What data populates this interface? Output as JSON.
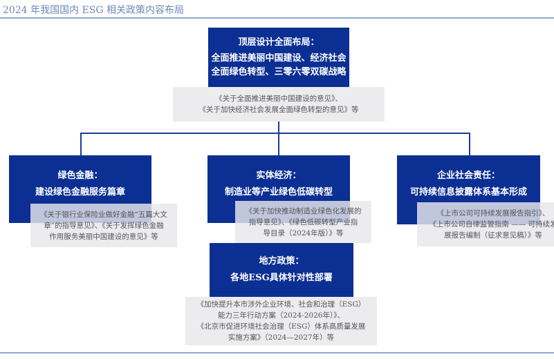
{
  "title": "2024 年我国国内 ESG 相关政策内容布局",
  "colors": {
    "box": "#0b2f93",
    "note_bg": "#e8e8eb",
    "title": "#6f86b8"
  },
  "top": {
    "heading": "顶层设计全面布局：",
    "lines": [
      "全面推进美丽中国建设、经济社会",
      "全面绿色转型、三零六零双碳战略"
    ],
    "note": [
      "《关于全面推进美丽中国建设的意见》、",
      "《关于加快经济社会发展全面绿色转型的意见》等"
    ]
  },
  "branches": [
    {
      "heading": "绿色金融：",
      "line": "建设绿色金融服务篇章",
      "note": [
        "《关于银行业保险业做好金融“五篇大文",
        "章”的指导意见》、《关于发挥绿色金融",
        "作用服务美丽中国建设的意见》等"
      ]
    },
    {
      "heading": "实体经济：",
      "line": "制造业等产业绿色低碳转型",
      "note": [
        "《关于加快推动制造业绿色化发展的",
        "指导意见》、《绿色低碳转型产业指",
        "导目录（2024年版）》等"
      ]
    },
    {
      "heading": "企业社会责任：",
      "line": "可持续信息披露体系基本形成",
      "note": [
        "《上市公司可持续发展报告指引》、",
        "《上市公司自律监管指南 —— 可持续发",
        "展报告编制（征求意见稿）》等"
      ]
    }
  ],
  "local": {
    "heading": "地方政策：",
    "line": "各地ESG具体针对性部署",
    "note": [
      "《加快提升本市涉外企业环境、社会和治理（ESG）",
      "能力三年行动方案（2024-2026年）》、",
      "《北京市促进环境社会治理（ESG）体系高质量发展",
      "实施方案》（2024—2027年）等"
    ]
  }
}
